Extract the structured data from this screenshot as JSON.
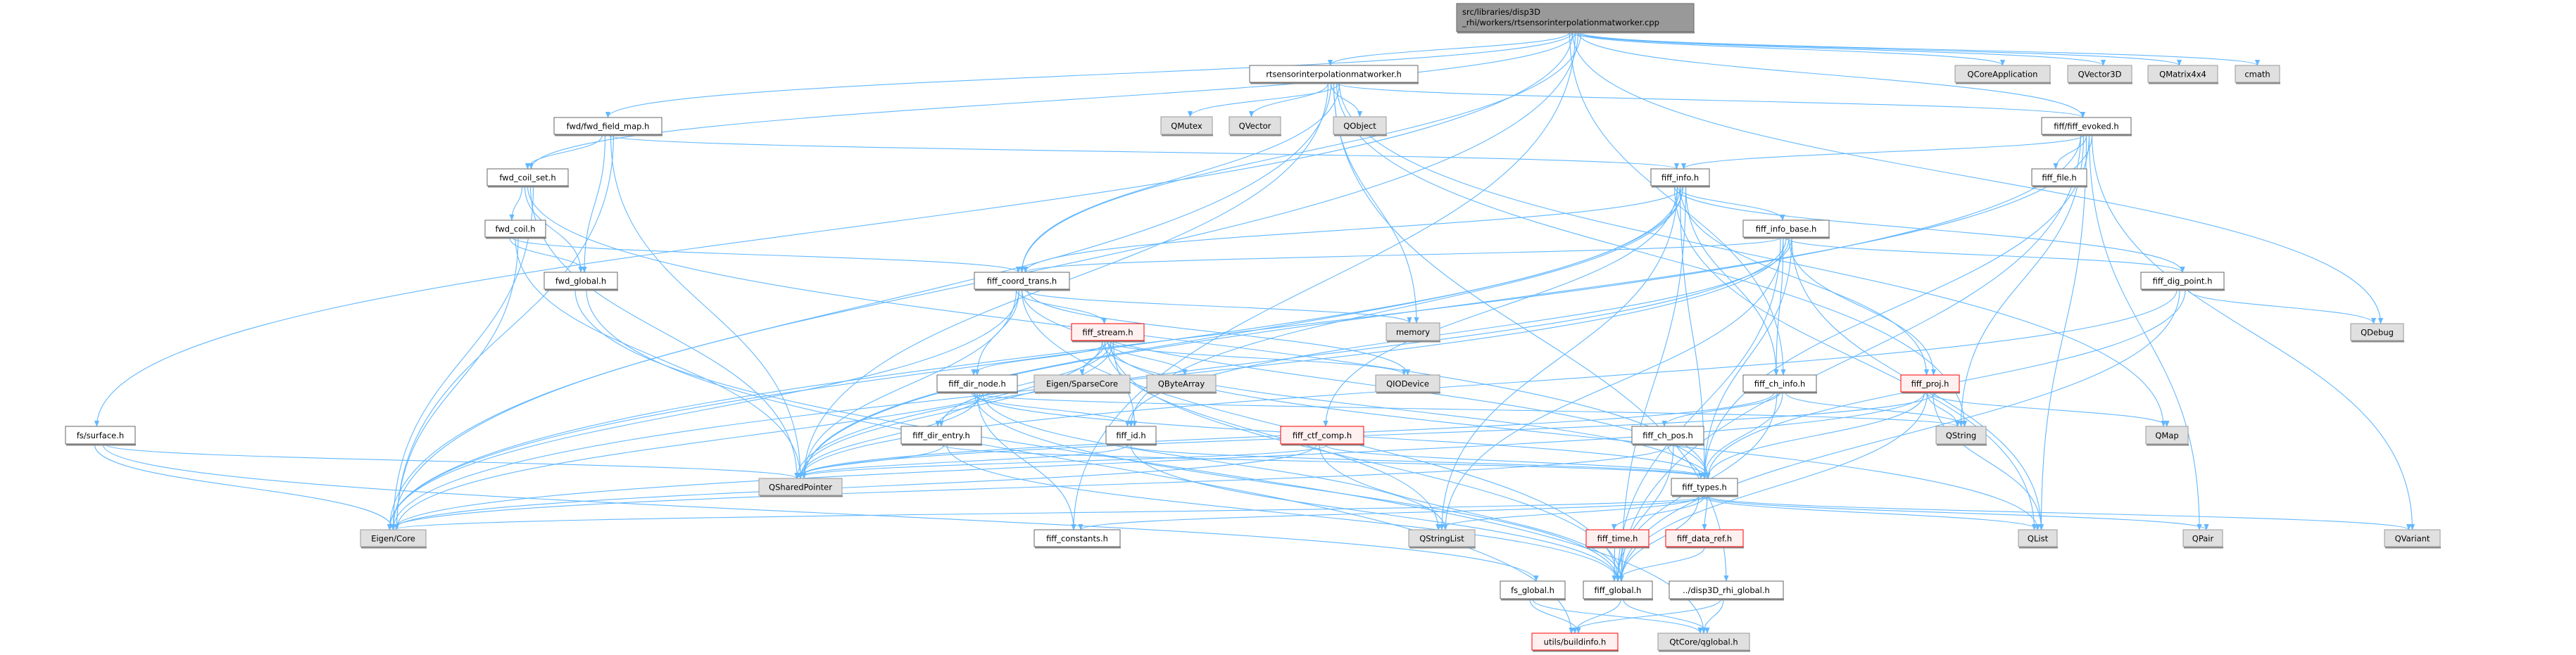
{
  "colors": {
    "edge": "#63b8ff",
    "main_fill": "#999999",
    "external_fill": "#e0e0e0",
    "truncated_border": "#ff0000"
  },
  "nodes": [
    {
      "id": "main",
      "label": "src/libraries/disp3D\n_rhi/workers/rtsensorinterpolationmatworker.cpp",
      "kind": "main"
    },
    {
      "id": "rtworker",
      "label": "rtsensorinterpolationmatworker.h",
      "kind": "file"
    },
    {
      "id": "QMutex",
      "label": "QMutex",
      "kind": "ext"
    },
    {
      "id": "QVector",
      "label": "QVector",
      "kind": "ext"
    },
    {
      "id": "QObject",
      "label": "QObject",
      "kind": "ext"
    },
    {
      "id": "QCoreApplication",
      "label": "QCoreApplication",
      "kind": "ext"
    },
    {
      "id": "QVector3D",
      "label": "QVector3D",
      "kind": "ext"
    },
    {
      "id": "QMatrix4x4",
      "label": "QMatrix4x4",
      "kind": "ext"
    },
    {
      "id": "cmath",
      "label": "cmath",
      "kind": "ext"
    },
    {
      "id": "fwd_field_map",
      "label": "fwd/fwd_field_map.h",
      "kind": "file"
    },
    {
      "id": "fiff_evoked",
      "label": "fiff/fiff_evoked.h",
      "kind": "file"
    },
    {
      "id": "fwd_coil_set",
      "label": "fwd_coil_set.h",
      "kind": "file"
    },
    {
      "id": "fiff_info",
      "label": "fiff_info.h",
      "kind": "file"
    },
    {
      "id": "fiff_file",
      "label": "fiff_file.h",
      "kind": "file"
    },
    {
      "id": "fwd_coil",
      "label": "fwd_coil.h",
      "kind": "file"
    },
    {
      "id": "fiff_info_base",
      "label": "fiff_info_base.h",
      "kind": "file"
    },
    {
      "id": "fwd_global",
      "label": "fwd_global.h",
      "kind": "file"
    },
    {
      "id": "fiff_coord_trans",
      "label": "fiff_coord_trans.h",
      "kind": "file"
    },
    {
      "id": "fiff_dig_point",
      "label": "fiff_dig_point.h",
      "kind": "file"
    },
    {
      "id": "memory",
      "label": "memory",
      "kind": "ext"
    },
    {
      "id": "QDebug",
      "label": "QDebug",
      "kind": "ext"
    },
    {
      "id": "fiff_stream",
      "label": "fiff_stream.h",
      "kind": "red"
    },
    {
      "id": "fiff_dir_node",
      "label": "fiff_dir_node.h",
      "kind": "file"
    },
    {
      "id": "EigenSparseCore",
      "label": "Eigen/SparseCore",
      "kind": "ext"
    },
    {
      "id": "QByteArray",
      "label": "QByteArray",
      "kind": "ext"
    },
    {
      "id": "QIODevice",
      "label": "QIODevice",
      "kind": "ext"
    },
    {
      "id": "fiff_ch_info",
      "label": "fiff_ch_info.h",
      "kind": "file"
    },
    {
      "id": "fiff_proj",
      "label": "fiff_proj.h",
      "kind": "red"
    },
    {
      "id": "fiff_dir_entry",
      "label": "fiff_dir_entry.h",
      "kind": "file"
    },
    {
      "id": "fiff_id",
      "label": "fiff_id.h",
      "kind": "file"
    },
    {
      "id": "fiff_ctf_comp",
      "label": "fiff_ctf_comp.h",
      "kind": "red"
    },
    {
      "id": "fiff_ch_pos",
      "label": "fiff_ch_pos.h",
      "kind": "file"
    },
    {
      "id": "QString",
      "label": "QString",
      "kind": "ext"
    },
    {
      "id": "QMap",
      "label": "QMap",
      "kind": "ext"
    },
    {
      "id": "fs_surface",
      "label": "fs/surface.h",
      "kind": "file"
    },
    {
      "id": "QSharedPointer",
      "label": "QSharedPointer",
      "kind": "ext"
    },
    {
      "id": "fiff_types",
      "label": "fiff_types.h",
      "kind": "file"
    },
    {
      "id": "EigenCore",
      "label": "Eigen/Core",
      "kind": "ext"
    },
    {
      "id": "fiff_constants",
      "label": "fiff_constants.h",
      "kind": "file"
    },
    {
      "id": "QStringList",
      "label": "QStringList",
      "kind": "ext"
    },
    {
      "id": "fiff_time",
      "label": "fiff_time.h",
      "kind": "red"
    },
    {
      "id": "fiff_data_ref",
      "label": "fiff_data_ref.h",
      "kind": "red"
    },
    {
      "id": "QList",
      "label": "QList",
      "kind": "ext"
    },
    {
      "id": "QPair",
      "label": "QPair",
      "kind": "ext"
    },
    {
      "id": "QVariant",
      "label": "QVariant",
      "kind": "ext"
    },
    {
      "id": "fs_global",
      "label": "fs_global.h",
      "kind": "file"
    },
    {
      "id": "fiff_global",
      "label": "fiff_global.h",
      "kind": "file"
    },
    {
      "id": "disp3d_global",
      "label": "../disp3D_rhi_global.h",
      "kind": "file"
    },
    {
      "id": "buildinfo",
      "label": "utils/buildinfo.h",
      "kind": "red"
    },
    {
      "id": "qglobal",
      "label": "QtCore/qglobal.h",
      "kind": "ext"
    }
  ],
  "edges": [
    [
      "main",
      "rtworker"
    ],
    [
      "main",
      "fwd_field_map"
    ],
    [
      "main",
      "fwd_coil_set"
    ],
    [
      "main",
      "fiff_evoked"
    ],
    [
      "main",
      "fiff_coord_trans"
    ],
    [
      "main",
      "fiff_ch_info"
    ],
    [
      "main",
      "fs_surface"
    ],
    [
      "main",
      "QCoreApplication"
    ],
    [
      "main",
      "QVector3D"
    ],
    [
      "main",
      "QMatrix4x4"
    ],
    [
      "main",
      "cmath"
    ],
    [
      "main",
      "QDebug"
    ],
    [
      "main",
      "fiff_constants"
    ],
    [
      "main",
      "EigenCore"
    ],
    [
      "rtworker",
      "QMutex"
    ],
    [
      "rtworker",
      "QVector"
    ],
    [
      "rtworker",
      "QObject"
    ],
    [
      "rtworker",
      "memory"
    ],
    [
      "rtworker",
      "fiff_evoked"
    ],
    [
      "rtworker",
      "fiff_coord_trans"
    ],
    [
      "rtworker",
      "QSharedPointer"
    ],
    [
      "rtworker",
      "EigenCore"
    ],
    [
      "rtworker",
      "disp3d_global"
    ],
    [
      "rtworker",
      "QString"
    ],
    [
      "rtworker",
      "QMap"
    ],
    [
      "fwd_field_map",
      "fwd_coil_set"
    ],
    [
      "fwd_field_map",
      "fwd_global"
    ],
    [
      "fwd_field_map",
      "fiff_info"
    ],
    [
      "fwd_field_map",
      "QSharedPointer"
    ],
    [
      "fwd_field_map",
      "EigenCore"
    ],
    [
      "fwd_coil_set",
      "fwd_coil"
    ],
    [
      "fwd_coil_set",
      "fwd_global"
    ],
    [
      "fwd_coil_set",
      "fiff_types"
    ],
    [
      "fwd_coil_set",
      "QSharedPointer"
    ],
    [
      "fwd_coil_set",
      "EigenCore"
    ],
    [
      "fwd_coil",
      "fwd_global"
    ],
    [
      "fwd_coil",
      "fiff_coord_trans"
    ],
    [
      "fwd_coil",
      "QSharedPointer"
    ],
    [
      "fwd_coil",
      "EigenCore"
    ],
    [
      "fwd_global",
      "buildinfo"
    ],
    [
      "fwd_global",
      "qglobal"
    ],
    [
      "fiff_evoked",
      "fiff_info"
    ],
    [
      "fiff_evoked",
      "fiff_file"
    ],
    [
      "fiff_evoked",
      "fiff_types"
    ],
    [
      "fiff_evoked",
      "QSharedPointer"
    ],
    [
      "fiff_evoked",
      "EigenCore"
    ],
    [
      "fiff_evoked",
      "QString"
    ],
    [
      "fiff_evoked",
      "QList"
    ],
    [
      "fiff_evoked",
      "QPair"
    ],
    [
      "fiff_evoked",
      "QVariant"
    ],
    [
      "fiff_evoked",
      "fiff_global"
    ],
    [
      "fiff_info",
      "fiff_info_base"
    ],
    [
      "fiff_info",
      "fiff_types"
    ],
    [
      "fiff_info",
      "fiff_coord_trans"
    ],
    [
      "fiff_info",
      "fiff_ch_info"
    ],
    [
      "fiff_info",
      "fiff_dig_point"
    ],
    [
      "fiff_info",
      "fiff_ctf_comp"
    ],
    [
      "fiff_info",
      "fiff_proj"
    ],
    [
      "fiff_info",
      "fiff_id"
    ],
    [
      "fiff_info",
      "fiff_global"
    ],
    [
      "fiff_info",
      "QList"
    ],
    [
      "fiff_info",
      "QStringList"
    ],
    [
      "fiff_info",
      "QSharedPointer"
    ],
    [
      "fiff_info",
      "EigenCore"
    ],
    [
      "fiff_info_base",
      "fiff_types"
    ],
    [
      "fiff_info_base",
      "fiff_coord_trans"
    ],
    [
      "fiff_info_base",
      "fiff_ch_info"
    ],
    [
      "fiff_info_base",
      "fiff_dig_point"
    ],
    [
      "fiff_info_base",
      "fiff_proj"
    ],
    [
      "fiff_info_base",
      "fiff_id"
    ],
    [
      "fiff_info_base",
      "fiff_global"
    ],
    [
      "fiff_info_base",
      "QStringList"
    ],
    [
      "fiff_info_base",
      "QSharedPointer"
    ],
    [
      "fiff_info_base",
      "EigenCore"
    ],
    [
      "fiff_info_base",
      "QList"
    ],
    [
      "fiff_coord_trans",
      "fiff_stream"
    ],
    [
      "fiff_coord_trans",
      "fiff_dir_node"
    ],
    [
      "fiff_coord_trans",
      "fiff_types"
    ],
    [
      "fiff_coord_trans",
      "memory"
    ],
    [
      "fiff_coord_trans",
      "QIODevice"
    ],
    [
      "fiff_coord_trans",
      "QSharedPointer"
    ],
    [
      "fiff_coord_trans",
      "EigenCore"
    ],
    [
      "fiff_coord_trans",
      "fiff_global"
    ],
    [
      "fiff_dig_point",
      "fiff_types"
    ],
    [
      "fiff_dig_point",
      "QDebug"
    ],
    [
      "fiff_dig_point",
      "QSharedPointer"
    ],
    [
      "fiff_dig_point",
      "fiff_global"
    ],
    [
      "fiff_stream",
      "fiff_dir_node"
    ],
    [
      "fiff_stream",
      "fiff_dir_entry"
    ],
    [
      "fiff_stream",
      "fiff_id"
    ],
    [
      "fiff_stream",
      "fiff_types"
    ],
    [
      "fiff_stream",
      "EigenSparseCore"
    ],
    [
      "fiff_stream",
      "QByteArray"
    ],
    [
      "fiff_stream",
      "QIODevice"
    ],
    [
      "fiff_stream",
      "QSharedPointer"
    ],
    [
      "fiff_stream",
      "EigenCore"
    ],
    [
      "fiff_stream",
      "QStringList"
    ],
    [
      "fiff_stream",
      "QList"
    ],
    [
      "fiff_stream",
      "fiff_global"
    ],
    [
      "fiff_dir_node",
      "fiff_dir_entry"
    ],
    [
      "fiff_dir_node",
      "fiff_id"
    ],
    [
      "fiff_dir_node",
      "fiff_types"
    ],
    [
      "fiff_dir_node",
      "fiff_constants"
    ],
    [
      "fiff_dir_node",
      "QSharedPointer"
    ],
    [
      "fiff_dir_node",
      "QStringList"
    ],
    [
      "fiff_dir_node",
      "QString"
    ],
    [
      "fiff_dir_node",
      "fiff_global"
    ],
    [
      "fiff_dir_entry",
      "fiff_types"
    ],
    [
      "fiff_dir_entry",
      "QSharedPointer"
    ],
    [
      "fiff_dir_entry",
      "fiff_global"
    ],
    [
      "fiff_id",
      "fiff_types"
    ],
    [
      "fiff_id",
      "QSharedPointer"
    ],
    [
      "fiff_id",
      "fiff_global"
    ],
    [
      "fiff_ctf_comp",
      "fiff_types"
    ],
    [
      "fiff_ctf_comp",
      "QSharedPointer"
    ],
    [
      "fiff_ctf_comp",
      "EigenCore"
    ],
    [
      "fiff_ctf_comp",
      "fiff_global"
    ],
    [
      "fiff_ch_info",
      "fiff_ch_pos"
    ],
    [
      "fiff_ch_info",
      "fiff_types"
    ],
    [
      "fiff_ch_info",
      "QString"
    ],
    [
      "fiff_ch_info",
      "QSharedPointer"
    ],
    [
      "fiff_ch_info",
      "fiff_global"
    ],
    [
      "fiff_ch_pos",
      "fiff_types"
    ],
    [
      "fiff_ch_pos",
      "EigenCore"
    ],
    [
      "fiff_ch_pos",
      "fiff_global"
    ],
    [
      "fiff_proj",
      "fiff_types"
    ],
    [
      "fiff_proj",
      "QString"
    ],
    [
      "fiff_proj",
      "QMap"
    ],
    [
      "fiff_proj",
      "QList"
    ],
    [
      "fiff_proj",
      "QSharedPointer"
    ],
    [
      "fiff_proj",
      "EigenCore"
    ],
    [
      "fiff_proj",
      "fiff_global"
    ],
    [
      "fiff_types",
      "fiff_time"
    ],
    [
      "fiff_types",
      "fiff_data_ref"
    ],
    [
      "fiff_types",
      "fiff_constants"
    ],
    [
      "fiff_types",
      "QStringList"
    ],
    [
      "fiff_types",
      "QList"
    ],
    [
      "fiff_types",
      "QPair"
    ],
    [
      "fiff_types",
      "QVariant"
    ],
    [
      "fiff_types",
      "EigenCore"
    ],
    [
      "fiff_types",
      "fiff_global"
    ],
    [
      "fiff_time",
      "fiff_global"
    ],
    [
      "fiff_data_ref",
      "fiff_global"
    ],
    [
      "fs_surface",
      "fs_global"
    ],
    [
      "fs_surface",
      "QSharedPointer"
    ],
    [
      "fs_surface",
      "EigenCore"
    ],
    [
      "fs_global",
      "buildinfo"
    ],
    [
      "fs_global",
      "qglobal"
    ],
    [
      "fiff_global",
      "buildinfo"
    ],
    [
      "fiff_global",
      "qglobal"
    ],
    [
      "disp3d_global",
      "buildinfo"
    ],
    [
      "disp3d_global",
      "qglobal"
    ]
  ]
}
